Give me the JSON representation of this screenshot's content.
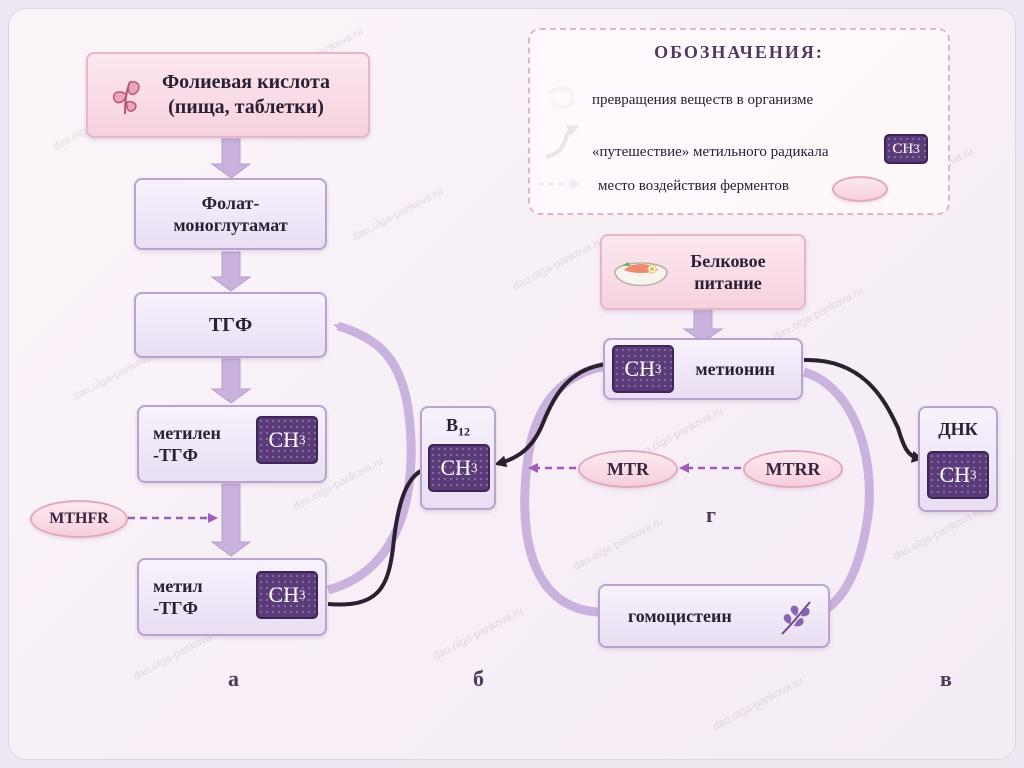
{
  "watermark": "dao.olga-pankova.ru",
  "legend": {
    "title": "ОБОЗНАЧЕНИЯ:",
    "items": [
      {
        "icon": "curved-arrow-icon",
        "text": "превращения веществ в организме"
      },
      {
        "icon": "black-arrow-icon",
        "text": "«путешествие» метильного радикала"
      },
      {
        "icon": "dashed-arrow-icon",
        "text": "место воздействия ферментов"
      }
    ],
    "ch3_main": "CH",
    "ch3_sub": "3"
  },
  "nodes": {
    "folic_acid": {
      "line1": "Фолиевая кислота",
      "line2": "(пища, таблетки)",
      "icon": "leaf-icon"
    },
    "folate_mono": {
      "line1": "Фолат-",
      "line2": "моноглутамат"
    },
    "thf": "ТГФ",
    "methylene": {
      "line1": "метилен",
      "line2": "-ТГФ"
    },
    "methyl": {
      "line1": "метил",
      "line2": "-ТГФ"
    },
    "b12_main": "B",
    "b12_sub": "12",
    "protein": {
      "line1": "Белковое",
      "line2": "питание",
      "icon": "food-bowl-icon"
    },
    "methionine": "метионин",
    "dna": "ДНК",
    "homocysteine": "гомоцистеин",
    "homocysteine_icon": "branch-icon"
  },
  "enzymes": {
    "mthfr": "MTHFR",
    "mtr": "MTR",
    "mtrr": "MTRR"
  },
  "letters": {
    "a": "а",
    "b": "б",
    "v": "в",
    "g": "г"
  },
  "colors": {
    "ch3_fill": "#5a3a78",
    "box_border": "#b9a4cf",
    "arrow_light": "#c9b2dd",
    "path_dark": "#2a2030",
    "enzyme_dash": "#9b5fb8"
  }
}
